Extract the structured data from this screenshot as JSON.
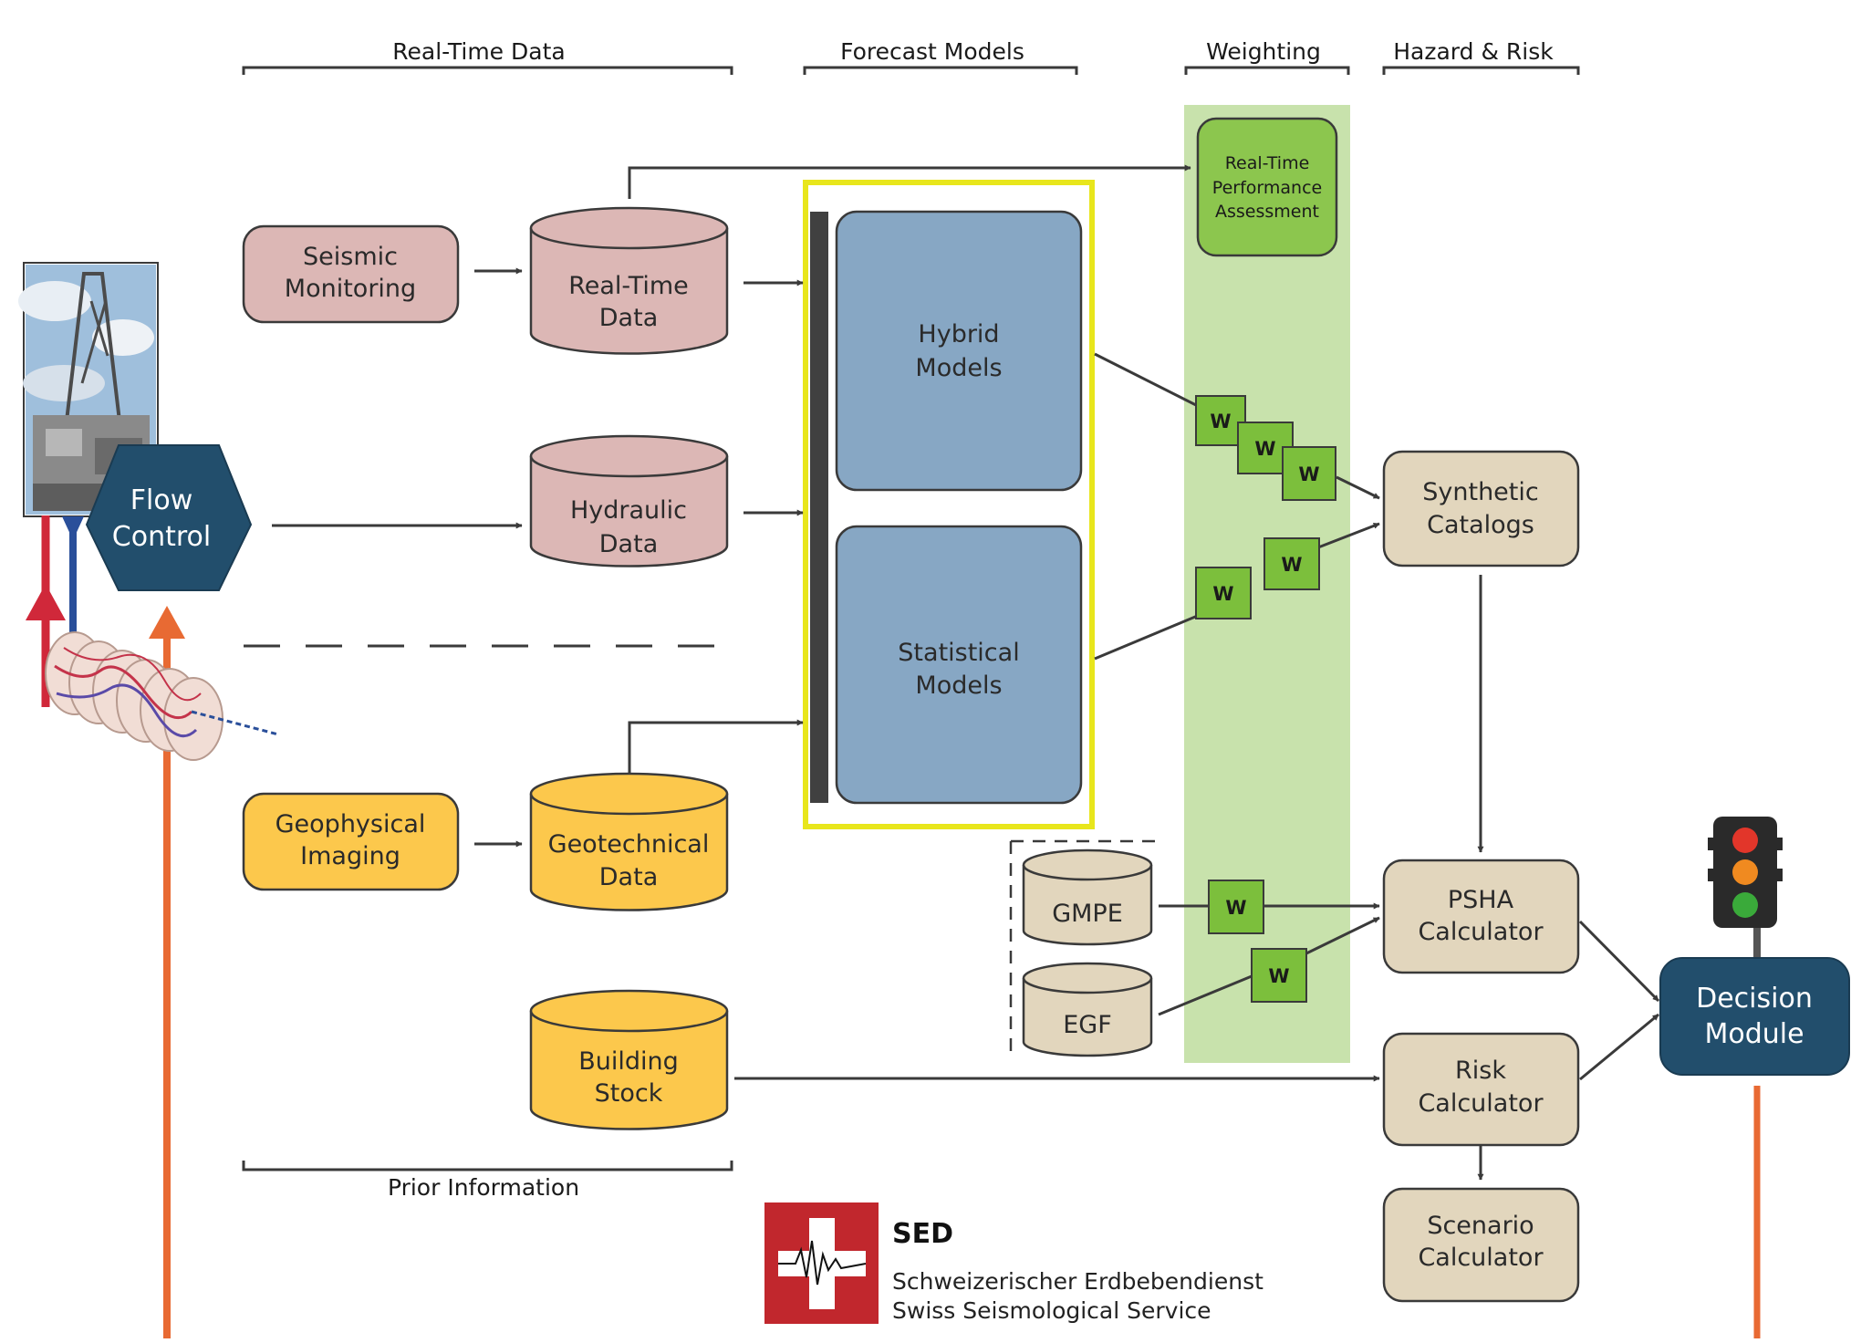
{
  "headers": {
    "realtime": "Real-Time Data",
    "forecast": "Forecast Models",
    "weighting": "Weighting",
    "hazard": "Hazard & Risk",
    "prior": "Prior Information"
  },
  "nodes": {
    "seismic_monitoring": [
      "Seismic",
      "Monitoring"
    ],
    "realtime_data": [
      "Real-Time",
      "Data"
    ],
    "hydraulic_data": [
      "Hydraulic",
      "Data"
    ],
    "geophysical_imaging": [
      "Geophysical",
      "Imaging"
    ],
    "geotechnical_data": [
      "Geotechnical",
      "Data"
    ],
    "building_stock": [
      "Building",
      "Stock"
    ],
    "hybrid_models": [
      "Hybrid",
      "Models"
    ],
    "statistical_models": [
      "Statistical",
      "Models"
    ],
    "performance": [
      "Real-Time",
      "Performance",
      "Assessment"
    ],
    "gmpe": "GMPE",
    "egf": "EGF",
    "synthetic_catalogs": [
      "Synthetic",
      "Catalogs"
    ],
    "psha_calculator": [
      "PSHA",
      "Calculator"
    ],
    "risk_calculator": [
      "Risk",
      "Calculator"
    ],
    "scenario_calculator": [
      "Scenario",
      "Calculator"
    ],
    "flow_control": [
      "Flow",
      "Control"
    ],
    "decision_module": [
      "Decision",
      "Module"
    ]
  },
  "weight_label": "W",
  "logo": {
    "abbr": "SED",
    "name_de": "Schweizerischer Erdbebendienst",
    "name_en": "Swiss Seismological Service"
  },
  "colors": {
    "pink": "#dcb7b5",
    "yellow": "#fcc84c",
    "blue": "#87a7c4",
    "tan": "#e2d6bd",
    "green_box": "#8cc64e",
    "weighting_band": "#c8e2ac",
    "highlight_frame": "#e8e61c",
    "hexagon": "#224e6c",
    "red_flow": "#d0283a",
    "orange_flow": "#e86a33"
  }
}
